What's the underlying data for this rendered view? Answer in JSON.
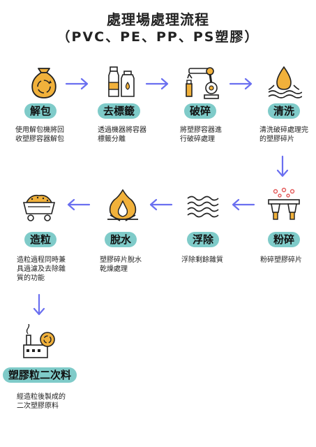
{
  "title": {
    "line1": "處理場處理流程",
    "line2": "（PVC、PE、PP、PS塑膠）"
  },
  "colors": {
    "accent": "#7fcbc9",
    "arrow": "#6a6ff0",
    "icon_orange": "#f1b13b",
    "icon_stroke": "#222222"
  },
  "steps": [
    {
      "label": "解包",
      "desc": "使用解包機將回收塑膠容器解包",
      "icon": "recycle-bag-icon"
    },
    {
      "label": "去標籤",
      "desc": "透過機器將容器標籤分離",
      "icon": "bottles-icon"
    },
    {
      "label": "破碎",
      "desc": "將塑膠容器進行破碎處理",
      "icon": "robot-arm-icon"
    },
    {
      "label": "清洗",
      "desc": "清洗破碎處理完的塑膠碎片",
      "icon": "water-drop-icon"
    },
    {
      "label": "粉碎",
      "desc": "粉碎塑膠碎片",
      "icon": "grinder-icon"
    },
    {
      "label": "浮除",
      "desc": "浮除剩餘雜質",
      "icon": "waves-icon"
    },
    {
      "label": "脫水",
      "desc": "塑膠碎片脫水乾燥處理",
      "icon": "flame-icon"
    },
    {
      "label": "造粒",
      "desc": "造粒過程同時兼具過濾及去除雜質的功能",
      "icon": "cart-icon"
    },
    {
      "label": "塑膠粒二次料",
      "desc": "經造粒後製成的二次塑膠原料",
      "icon": "factory-icon"
    }
  ]
}
